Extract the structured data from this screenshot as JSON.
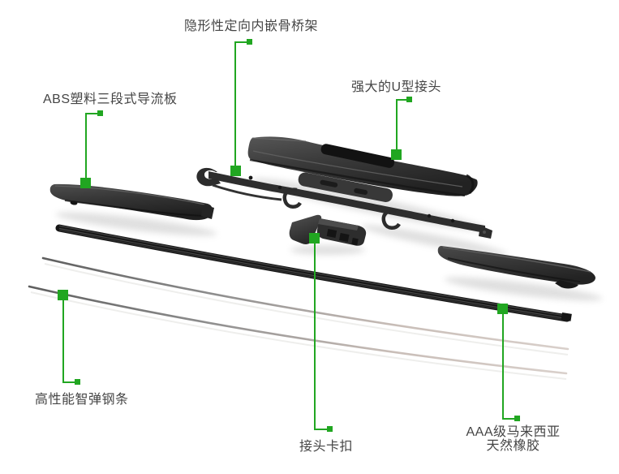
{
  "colors": {
    "background": "#ffffff",
    "callout_green": "#21a621",
    "label_text": "#454545",
    "part_dark": "#2b2b2b"
  },
  "callouts": [
    {
      "id": "bridge-frame",
      "text": "隐形性定向内嵌骨桥架"
    },
    {
      "id": "u-connector",
      "text": "强大的U型接头"
    },
    {
      "id": "abs-spoiler",
      "text": "ABS塑料三段式导流板"
    },
    {
      "id": "steel-strip",
      "text": "高性能智弹钢条"
    },
    {
      "id": "connector-clip",
      "text": "接头卡扣"
    },
    {
      "id": "natural-rubber",
      "text_line1": "AAA级马来西亚",
      "text_line2": "天然橡胶"
    }
  ]
}
